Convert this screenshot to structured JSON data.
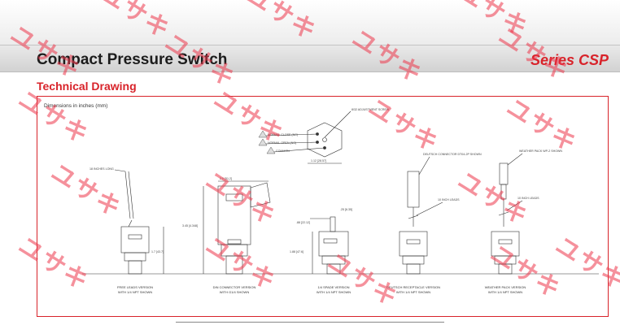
{
  "header": {
    "title": "Compact Pressure Switch",
    "series": "Series CSP"
  },
  "section": {
    "title": "Technical Drawing"
  },
  "drawing": {
    "dimensions_note": "Dimensions in inches (mm)",
    "adjust_screw": "8/32 ADJUSTMENT SCREW",
    "wiring": [
      "NORMAL CLOSE (NC)",
      "NORMAL OPEN (NO)",
      "COMMON"
    ],
    "hex_dim": "1.12 [28.57]",
    "leads_18": "18 INCHES LONG",
    "leads_10a": "10 INCH LEADS",
    "leads_10b": "10 INCH LEADS",
    "deutsch_label": "DEUTSCH CONNECTOR DT04-2P SHOWN",
    "weather_label": "WEATHER PACK WP-2 SHOWN",
    "din_width": "2.0 [51.2]",
    "din_height": "3.45 [4.348]",
    "free_height": "1.7 [43.7]",
    "spade_top": ".88 [22.12]",
    "spade_side": ".25 [6.35]",
    "spade_height": "1.88 [47.6]",
    "captions": [
      [
        "FREE LEADS VERSION",
        "WITH 1/4 NPT SHOWN"
      ],
      [
        "DIN CONNECTOR VERSION",
        "WITH G1/4 SHOWN"
      ],
      [
        "1/4 SPADE VERSION",
        "WITH 1/4 NPT SHOWN"
      ],
      [
        "DEUTSCH RECEPTACLE VERSION",
        "WITH 1/4 NPT SHOWN"
      ],
      [
        "WEATHER PACK VERSION",
        "WITH 1/4 NPT SHOWN"
      ]
    ]
  },
  "watermark": {
    "text": "ユサキ",
    "color": "#ec374b"
  },
  "colors": {
    "accent": "#d8232a"
  }
}
